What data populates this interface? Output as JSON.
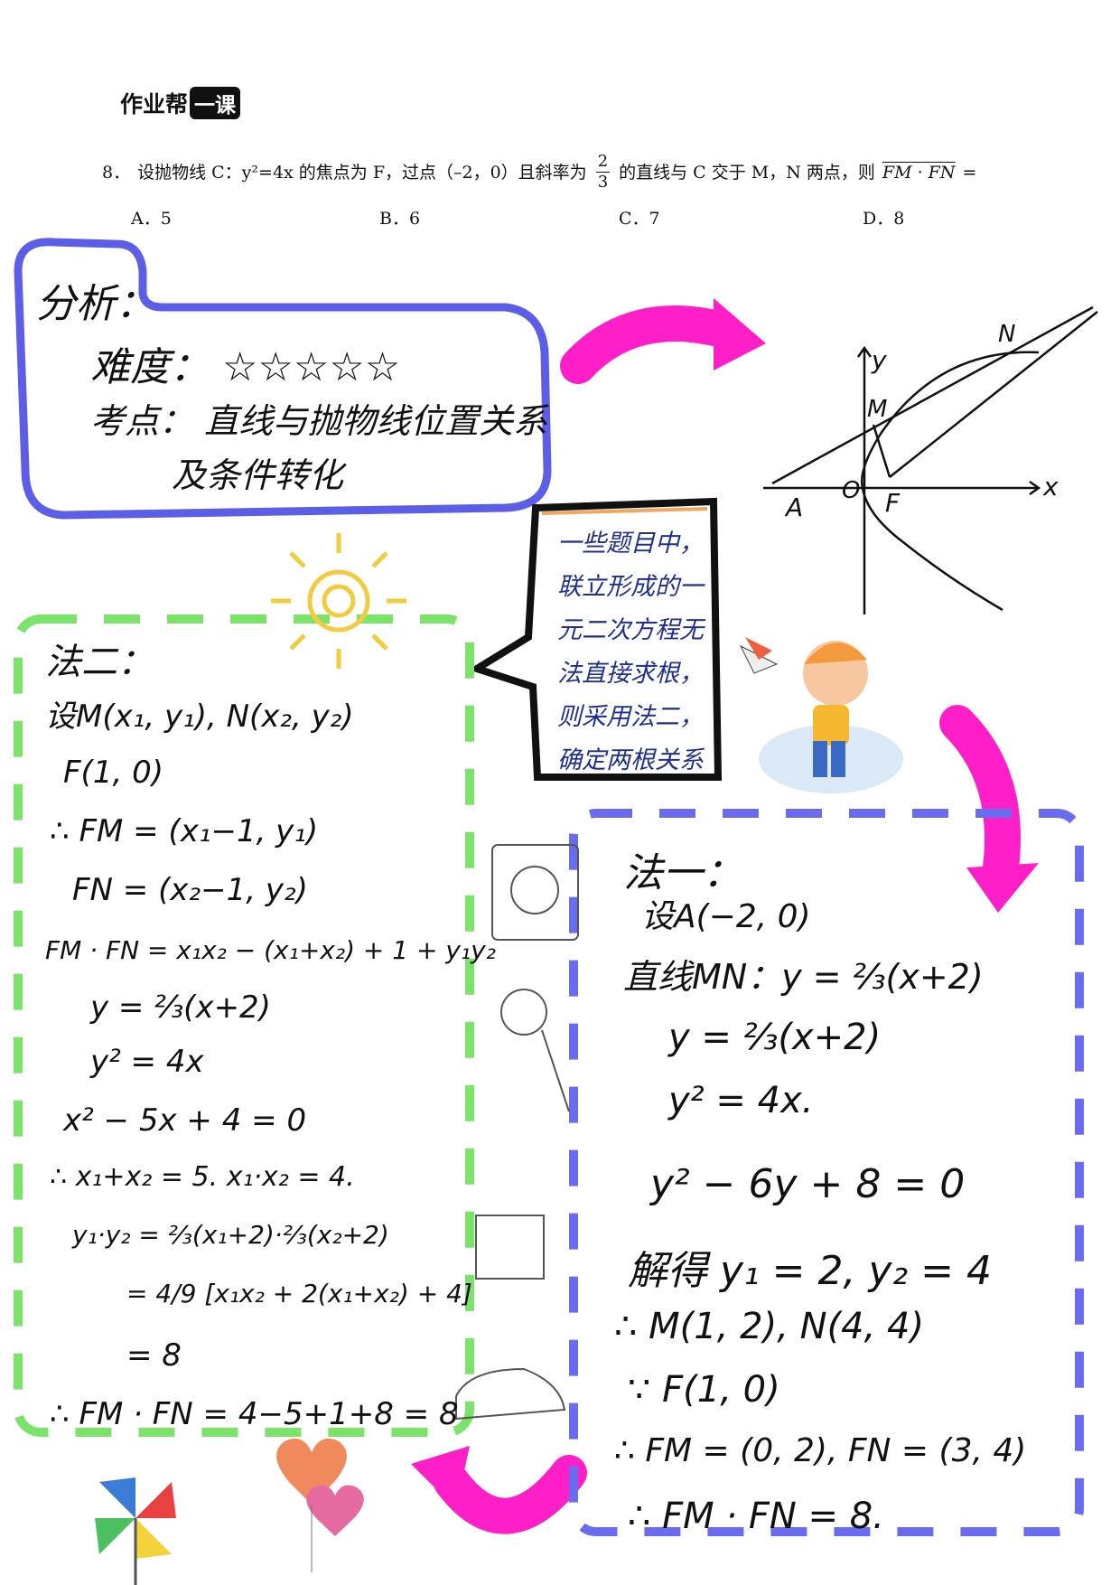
{
  "brand": {
    "name": "作业帮",
    "tag": "一课"
  },
  "question": {
    "number": "8．",
    "text_a": "设抛物线 C：y²=4x 的焦点为 F，过点（–2，0）且斜率为",
    "slope_num": "2",
    "slope_den": "3",
    "text_b": "的直线与 C 交于 M，N 两点，则",
    "dot_expr": "FM · FN",
    "equals": "="
  },
  "options": [
    {
      "label": "A．5"
    },
    {
      "label": "B．6"
    },
    {
      "label": "C．7"
    },
    {
      "label": "D．8"
    }
  ],
  "analysis": {
    "title": "分析：",
    "difficulty_label": "难度：",
    "difficulty_stars": 5,
    "star_glyphs": "☆☆☆☆☆",
    "topic_label": "考点：",
    "topic_line1": "直线与抛物线位置关系",
    "topic_line2": "及条件转化"
  },
  "bubble": {
    "lines": [
      "一些题目中，",
      "联立形成的一",
      "元二次方程无",
      "法直接求根，",
      "则采用法二，",
      "确定两根关系"
    ]
  },
  "graph": {
    "labels": {
      "x": "x",
      "y": "y",
      "origin": "O",
      "A": "A",
      "F": "F",
      "M": "M",
      "N": "N"
    }
  },
  "method2": {
    "lines": [
      "法二：",
      "设M(x₁, y₁), N(x₂, y₂)",
      "F(1, 0)",
      "∴ FM = (x₁−1, y₁)",
      "FN = (x₂−1, y₂)",
      "FM · FN = x₁x₂ − (x₁+x₂) + 1 + y₁y₂",
      "y = ⅔(x+2)",
      "y² = 4x",
      "x² − 5x + 4 = 0",
      "∴ x₁+x₂ = 5.  x₁·x₂ = 4.",
      "y₁·y₂ = ⅔(x₁+2)·⅔(x₂+2)",
      "= 4/9 [x₁x₂ + 2(x₁+x₂) + 4]",
      "= 8",
      "∴ FM · FN = 4−5+1+8 = 8"
    ]
  },
  "method1": {
    "lines": [
      "法一：",
      "设A(−2, 0)",
      "直线MN：y = ⅔(x+2)",
      "y = ⅔(x+2)",
      "y² = 4x.",
      "y² − 6y + 8 = 0",
      "解得 y₁ = 2,  y₂ = 4",
      "∴ M(1, 2), N(4, 4)",
      "∵ F(1, 0)",
      "∴ FM = (0, 2), FN = (3, 4)",
      "∴ FM · FN = 8."
    ]
  },
  "colors": {
    "analysis_border": "#6a6cf0",
    "method2_border": "#7be36a",
    "method1_border": "#6a6cf0",
    "arrow": "#ff1fc8",
    "bubble_border": "#f0a860",
    "bubble_text": "#1f2f8f"
  }
}
